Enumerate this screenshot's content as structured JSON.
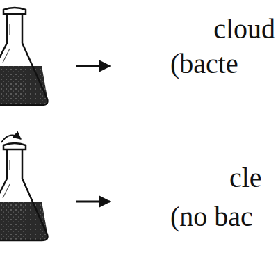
{
  "diagram": {
    "labels": [
      "cloud",
      "(bacte",
      "cle",
      "(no bac"
    ]
  }
}
